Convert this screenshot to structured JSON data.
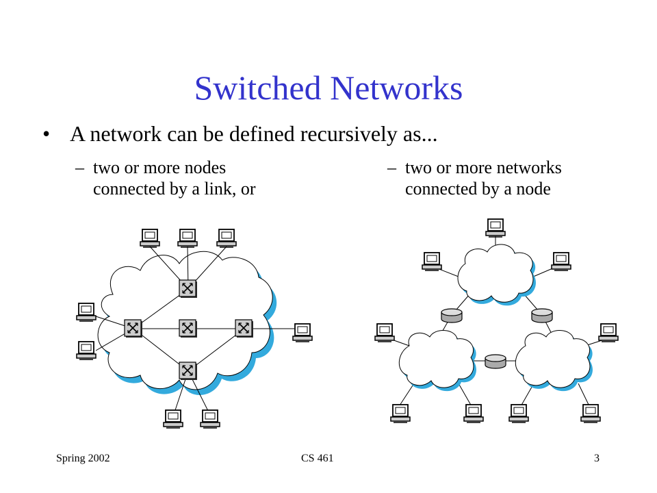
{
  "slide": {
    "title": "Switched Networks",
    "bullet": {
      "marker": "•",
      "text": "A network can be defined recursively as..."
    },
    "subpoints": [
      {
        "dash": "–",
        "lines": [
          "two or more nodes",
          "connected by a link, or"
        ]
      },
      {
        "dash": "–",
        "lines": [
          "two or more networks",
          "connected by a node"
        ]
      }
    ]
  },
  "diagrams": {
    "left": {
      "description_icons": [
        "cloud-icon",
        "switch-icon",
        "computer-icon"
      ]
    },
    "right": {
      "description_icons": [
        "cloud-icon",
        "router-icon",
        "computer-icon"
      ]
    }
  },
  "colors": {
    "title": "#3333cc",
    "cloud_shadow": "#33aadd",
    "icon_fill": "#cccccc"
  },
  "footer": {
    "left": "Spring 2002",
    "center": "CS 461",
    "right": "3"
  }
}
